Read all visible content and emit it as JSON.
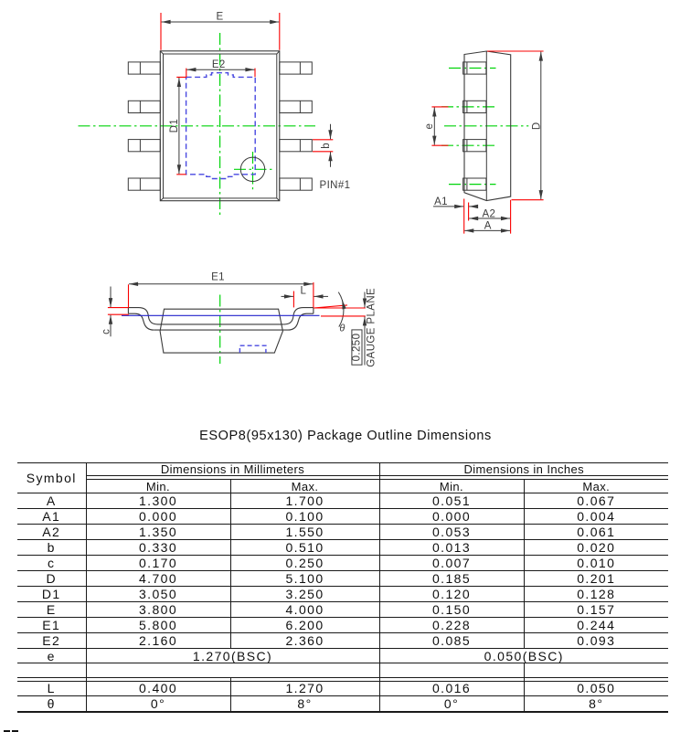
{
  "title": "ESOP8(95x130) Package Outline Dimensions",
  "colors": {
    "line": "#3a3a3a",
    "red": "#fa0000",
    "green": "#00d40a",
    "blue": "#2222cc",
    "padblue": "#4848e0",
    "tline": "#1a1a1a",
    "labeltext": "#3c3c3c"
  },
  "drawing": {
    "top_view": {
      "label_E": "E",
      "label_E2": "E2",
      "label_D1": "D1",
      "label_b": "b",
      "label_pin1": "PIN#1"
    },
    "side_view": {
      "label_e": "e",
      "label_D": "D",
      "label_A1": "A1",
      "label_A2": "A2",
      "label_A": "A"
    },
    "front_view": {
      "label_E1": "E1",
      "label_L": "L",
      "label_c": "c",
      "label_theta": "θ",
      "label_gauge_offset": "0.250",
      "label_gauge_plane": "GAUGE PLANE"
    }
  },
  "table": {
    "headers": {
      "symbol": "Symbol",
      "mm": "Dimensions in Millimeters",
      "inches": "Dimensions in Inches",
      "min": "Min.",
      "max": "Max."
    },
    "rows": [
      {
        "sym": "A",
        "mm_min": "1.300",
        "mm_max": "1.700",
        "in_min": "0.051",
        "in_max": "0.067"
      },
      {
        "sym": "A1",
        "mm_min": "0.000",
        "mm_max": "0.100",
        "in_min": "0.000",
        "in_max": "0.004"
      },
      {
        "sym": "A2",
        "mm_min": "1.350",
        "mm_max": "1.550",
        "in_min": "0.053",
        "in_max": "0.061"
      },
      {
        "sym": "b",
        "mm_min": "0.330",
        "mm_max": "0.510",
        "in_min": "0.013",
        "in_max": "0.020"
      },
      {
        "sym": "c",
        "mm_min": "0.170",
        "mm_max": "0.250",
        "in_min": "0.007",
        "in_max": "0.010"
      },
      {
        "sym": "D",
        "mm_min": "4.700",
        "mm_max": "5.100",
        "in_min": "0.185",
        "in_max": "0.201"
      },
      {
        "sym": "D1",
        "mm_min": "3.050",
        "mm_max": "3.250",
        "in_min": "0.120",
        "in_max": "0.128"
      },
      {
        "sym": "E",
        "mm_min": "3.800",
        "mm_max": "4.000",
        "in_min": "0.150",
        "in_max": "0.157"
      },
      {
        "sym": "E1",
        "mm_min": "5.800",
        "mm_max": "6.200",
        "in_min": "0.228",
        "in_max": "0.244"
      },
      {
        "sym": "E2",
        "mm_min": "2.160",
        "mm_max": "2.360",
        "in_min": "0.085",
        "in_max": "0.093"
      }
    ],
    "bsc_row": {
      "sym": "e",
      "mm": "1.270(BSC)",
      "inches": "0.050(BSC)"
    },
    "last_rows": [
      {
        "sym": "L",
        "mm_min": "0.400",
        "mm_max": "1.270",
        "in_min": "0.016",
        "in_max": "0.050"
      },
      {
        "sym": "θ",
        "mm_min": "0°",
        "mm_max": "8°",
        "in_min": "0°",
        "in_max": "8°"
      }
    ]
  }
}
